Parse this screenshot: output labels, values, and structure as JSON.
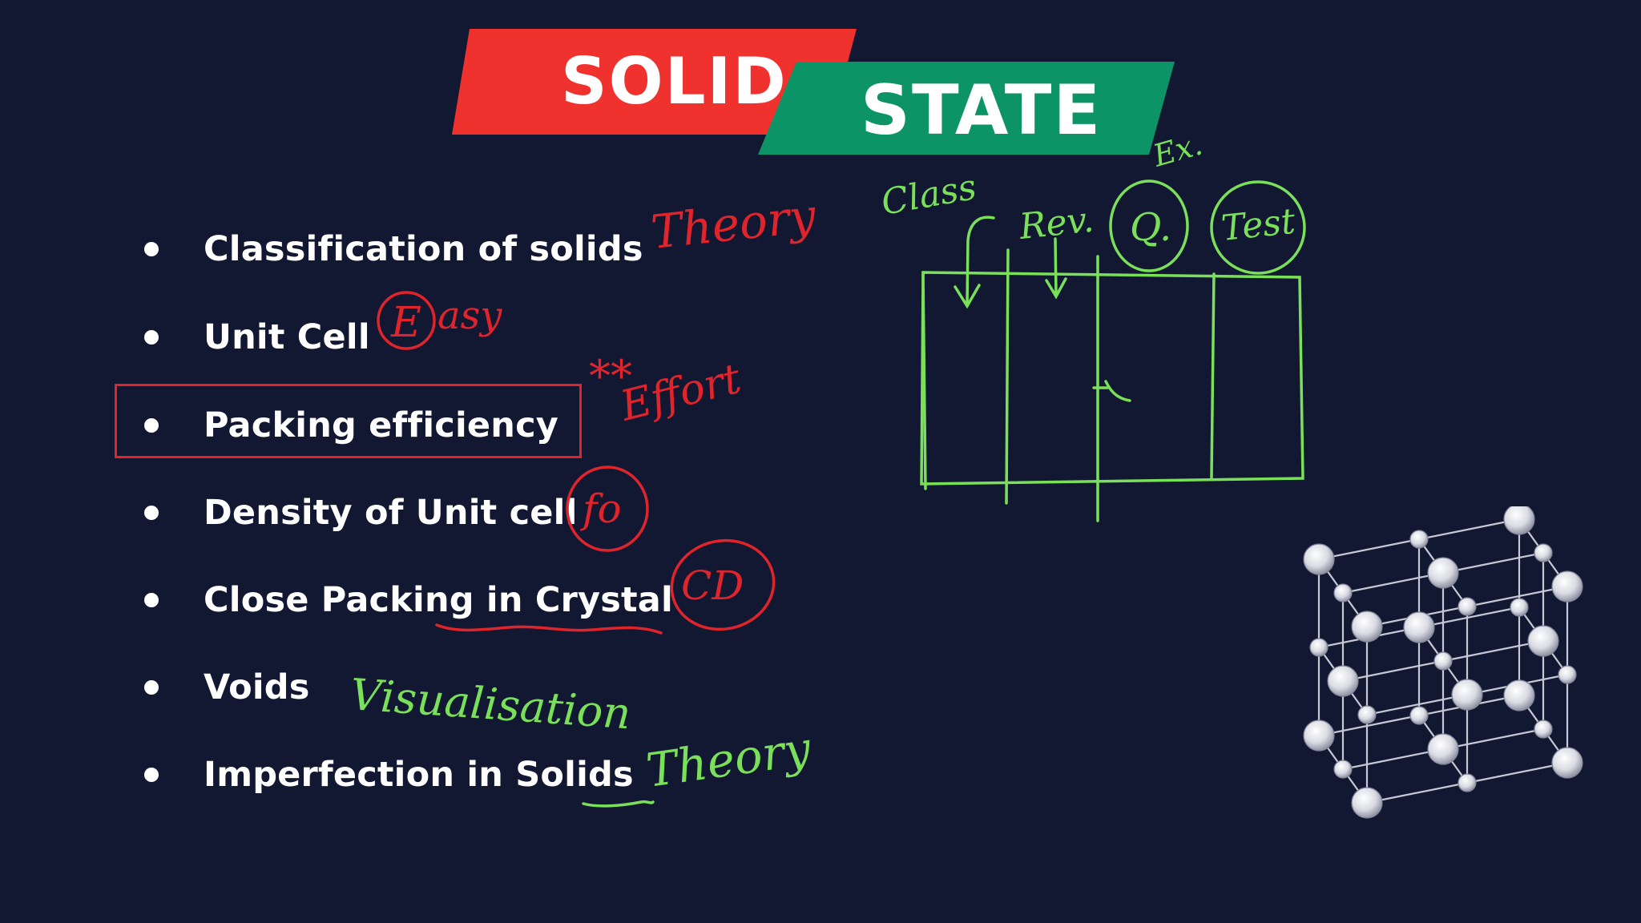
{
  "title": {
    "word1": "SOLID",
    "word2": "STATE"
  },
  "topics": [
    "Classification of solids",
    "Unit Cell",
    "Packing efficiency",
    "Density of Unit cell",
    "Close Packing in Crystal",
    "Voids",
    "Imperfection in Solids"
  ],
  "annotations": {
    "theory_top": "Theory",
    "easy": "Easy",
    "easy_circled_letter": "E",
    "easy_rest": "asy",
    "stars": "**",
    "effort": "Effort",
    "fo": "fo",
    "cd": "CD",
    "visualisation": "Visualisation",
    "theory_bottom": "Theory",
    "table_class": "Class",
    "table_rev": "Rev.",
    "table_q": "Q.",
    "table_test": "Test",
    "table_ex": "Ex."
  },
  "colors": {
    "background": "#121732",
    "title_red": "#f0322e",
    "title_green": "#0d9466",
    "text": "#ffffff",
    "annotation_red": "#e0242b",
    "annotation_green": "#7ae05a"
  }
}
